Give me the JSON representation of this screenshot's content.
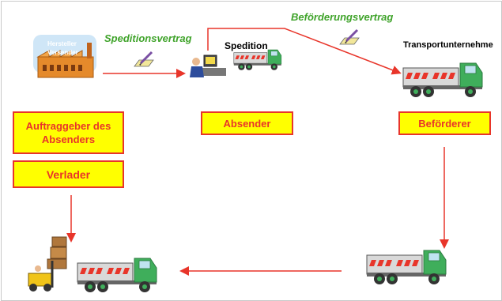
{
  "factory": {
    "line1": "Hersteller",
    "line2": "Versender"
  },
  "contracts": {
    "spedition": "Speditionsvertrag",
    "befoerderung": "Beförderungsvertrag"
  },
  "parties": {
    "spedition": "Spedition",
    "transport": "Transportunternehme"
  },
  "roles": {
    "auftraggeber": "Auftraggeber des Absenders",
    "verlader": "Verlader",
    "absender": "Absender",
    "befoerderer": "Beförderer"
  },
  "colors": {
    "arrow": "#e8352a",
    "box_fill": "#ffff00",
    "truck_cab": "#3fae5b",
    "contract_text": "#3fa32a"
  }
}
